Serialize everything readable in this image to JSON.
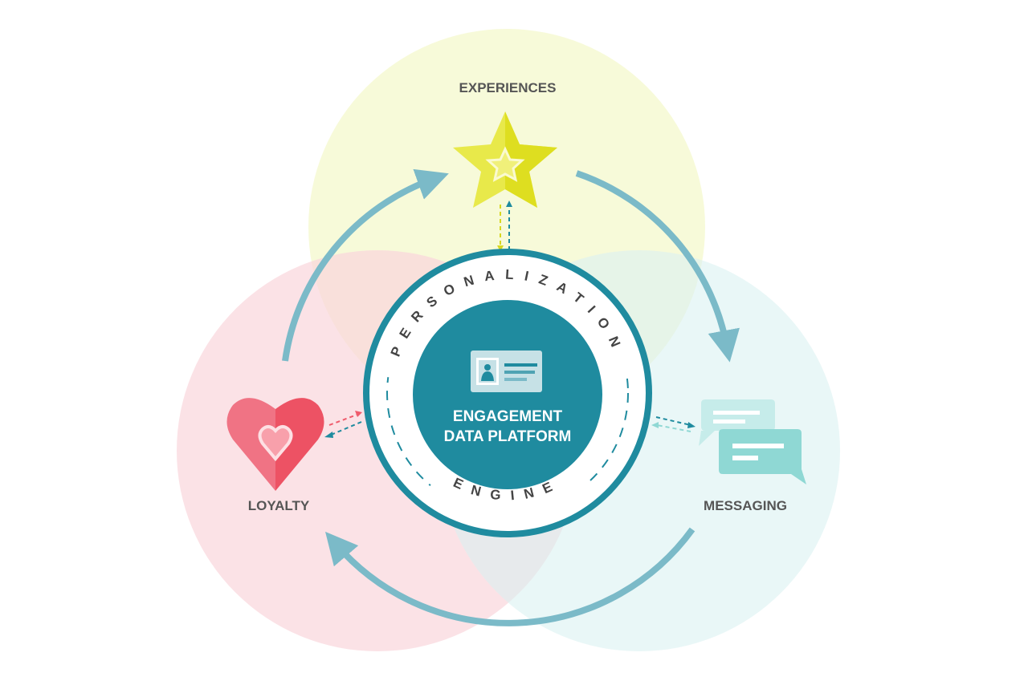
{
  "nodes": {
    "experiences": "EXPERIENCES",
    "loyalty": "LOYALTY",
    "messaging": "MESSAGING"
  },
  "ring": {
    "top": "PERSONALIZATION",
    "bottom": "ENGINE"
  },
  "center": {
    "line1": "ENGAGEMENT",
    "line2": "DATA PLATFORM"
  },
  "colors": {
    "teal": "#1f8b9f",
    "arrow": "#7bbac8",
    "yellow_circle": "#f6f8d2",
    "pink_circle": "#fbdde1",
    "teal_circle": "#e4f4f4",
    "star": "#e2e332",
    "heart": "#ef5b6c",
    "bubble": "#8fd8d4"
  }
}
